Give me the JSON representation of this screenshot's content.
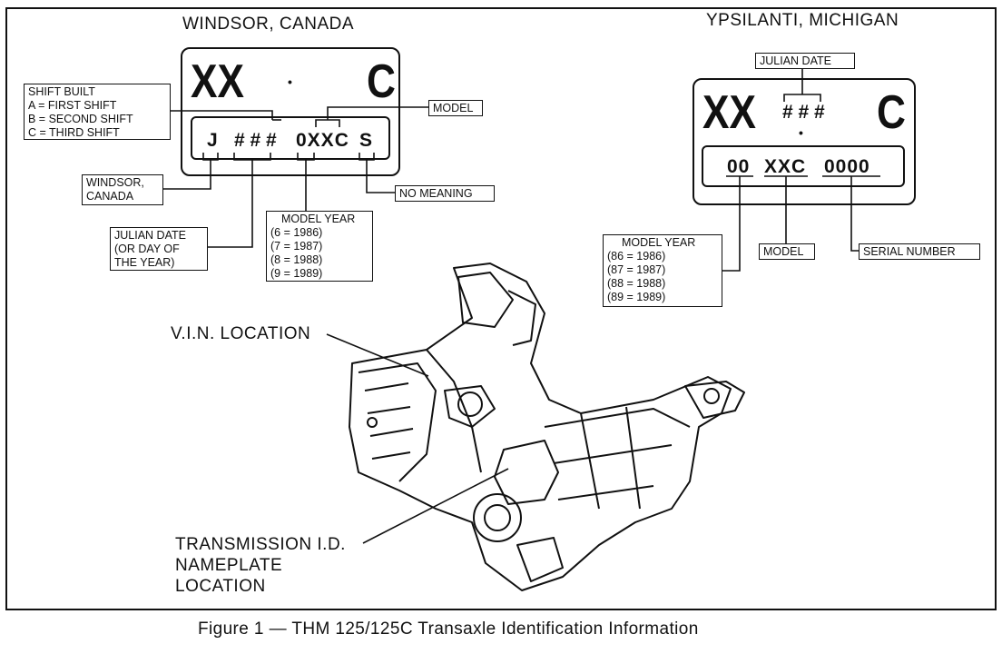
{
  "windsor": {
    "title": "WINDSOR, CANADA",
    "plate_top_left": "XX",
    "plate_dot": "•",
    "plate_top_right": "C",
    "code_j": "J",
    "code_hash": "# # #",
    "code_model": "0XXC",
    "code_s": "S",
    "shift_built": [
      "SHIFT BUILT",
      "A = FIRST SHIFT",
      "B = SECOND SHIFT",
      "C = THIRD SHIFT"
    ],
    "model_label": "MODEL",
    "windsor_label": [
      "WINDSOR,",
      "CANADA"
    ],
    "no_meaning_label": "NO MEANING",
    "julian_label": [
      "JULIAN DATE",
      "(OR DAY OF",
      "THE YEAR)"
    ],
    "model_year": [
      "MODEL YEAR",
      "(6  =  1986)",
      "(7  =  1987)",
      "(8  =  1988)",
      "(9  =  1989)"
    ]
  },
  "ypsilanti": {
    "title": "YPSILANTI, MICHIGAN",
    "julian_label": "JULIAN DATE",
    "plate_top_left": "XX",
    "plate_hash": "# # #",
    "plate_top_right": "C",
    "plate_dot": "•",
    "code_year": "00",
    "code_model": "XXC",
    "code_serial": "0000",
    "model_year": [
      "MODEL YEAR",
      "(86  =  1986)",
      "(87  =  1987)",
      "(88  =  1988)",
      "(89  =  1989)"
    ],
    "model_label": "MODEL",
    "serial_label": "SERIAL NUMBER"
  },
  "drawing": {
    "vin_label": "V.I.N. LOCATION",
    "nameplate_label": [
      "TRANSMISSION I.D.",
      "NAMEPLATE",
      "LOCATION"
    ]
  },
  "caption": "Figure 1 — THM 125/125C Transaxle Identification Information"
}
